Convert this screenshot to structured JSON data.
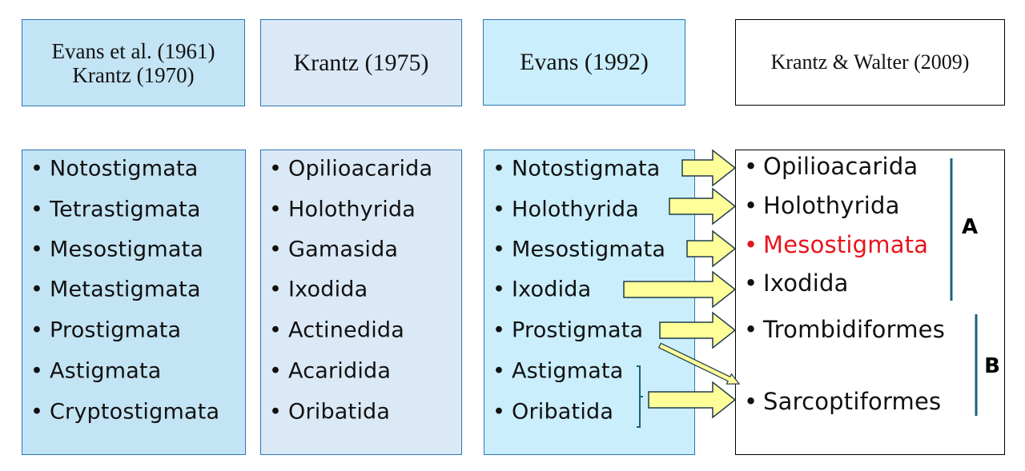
{
  "headers": [
    {
      "lines": [
        "Evans et al. (1961)",
        "Krantz (1970)"
      ]
    },
    {
      "lines": [
        "Krantz (1975)"
      ]
    },
    {
      "lines": [
        "Evans (1992)"
      ]
    },
    {
      "lines": [
        "Krantz & Walter (2009)"
      ]
    }
  ],
  "columns": [
    {
      "items": [
        "Notostigmata",
        "Tetrastigmata",
        "Mesostigmata",
        "Metastigmata",
        "Prostigmata",
        "Astigmata",
        "Cryptostigmata"
      ]
    },
    {
      "items": [
        "Opilioacarida",
        "Holothyrida",
        "Gamasida",
        "Ixodida",
        "Actinedida",
        "Acaridida",
        "Oribatida"
      ]
    },
    {
      "items": [
        "Notostigmata",
        "Holothyrida",
        "Mesostigmata",
        "Ixodida",
        "Prostigmata",
        "Astigmata",
        "Oribatida"
      ]
    },
    {
      "items": [
        "Opilioacarida",
        "Holothyrida",
        "Mesostigmata",
        "Ixodida",
        "Trombidiformes",
        "Sarcoptiformes"
      ],
      "highlighted": "Mesostigmata"
    }
  ],
  "groups": [
    {
      "label": "A"
    },
    {
      "label": "B"
    }
  ],
  "colors": {
    "arrow_fill": "#ffff99",
    "arrow_stroke": "#1f3b4d",
    "highlight": "#e8141b",
    "bracket": "#1f5f80"
  }
}
